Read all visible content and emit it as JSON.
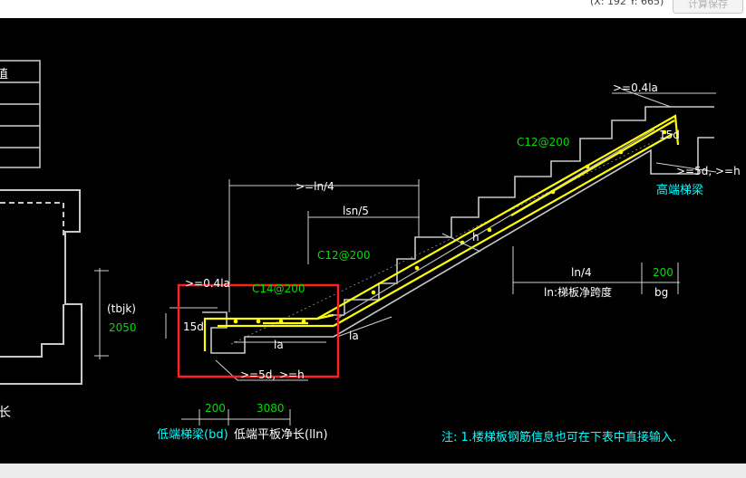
{
  "status": {
    "coordinates": "(X: 192 Y: 665)",
    "calc_button": "计算保存"
  },
  "left_panel": {
    "partial_header": "值",
    "bottom_partial_text": "长"
  },
  "labels": {
    "top_anchor": ">=0.4la",
    "top_hook": "15d",
    "top_rebar": "C12@200",
    "top_bend": ">=5d, >=h",
    "high_beam": "高端梯梁",
    "ln4_top": ">=ln/4",
    "lsn5": "lsn/5",
    "h_mid": "h",
    "mid_rebar": "C12@200",
    "ln4_right": "ln/4",
    "bg_value": "200",
    "ln_desc": "ln:梯板净跨度",
    "bg": "bg",
    "low_anchor": ">=0.4la",
    "low_rebar": "C14@200",
    "low_hook": "15d",
    "la_left": "la",
    "la_right": "la",
    "low_bend": ">=5d, >=h",
    "tbjk": "(tbjk)",
    "tbjk_value": "2050",
    "bd_value": "200",
    "lln_value": "3080",
    "low_beam": "低端梯梁(bd)",
    "low_slab": "低端平板净长(lln)",
    "note": "注: 1.楼梯板钢筋信息也可在下表中直接输入."
  },
  "colors": {
    "background": "#000000",
    "outline": "#c8c8c8",
    "rebar": "#ffff00",
    "green_text": "#00dd00",
    "cyan_text": "#00ffff",
    "highlight_box": "#ff2020"
  }
}
